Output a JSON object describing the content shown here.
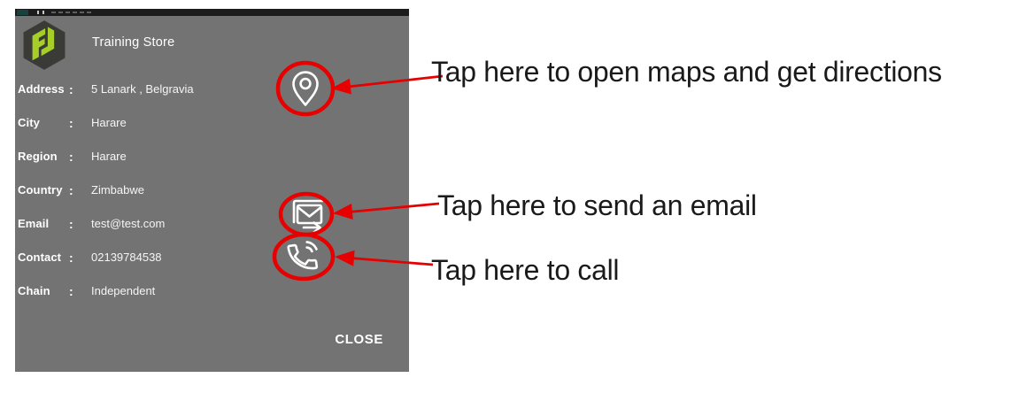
{
  "dialog": {
    "title": "Training Store",
    "separator": ":",
    "fields": [
      {
        "label": "Address",
        "value": "5 Lanark , Belgravia"
      },
      {
        "label": "City",
        "value": "Harare"
      },
      {
        "label": "Region",
        "value": "Harare"
      },
      {
        "label": "Country",
        "value": "Zimbabwe"
      },
      {
        "label": "Email",
        "value": "test@test.com"
      },
      {
        "label": "Contact",
        "value": "02139784538"
      },
      {
        "label": "Chain",
        "value": "Independent"
      }
    ],
    "action_icons": [
      {
        "icon": "map-pin-icon"
      },
      {
        "icon": "email-send-icon"
      },
      {
        "icon": "phone-icon"
      }
    ],
    "close_label": "CLOSE"
  },
  "annotations": [
    {
      "text": "Tap here to open maps and get directions"
    },
    {
      "text": "Tap here to send an email"
    },
    {
      "text": "Tap here to call"
    }
  ],
  "colors": {
    "dialog_bg": "#737373",
    "status_strip": "#1c1c1c",
    "logo_green": "#a6ce26",
    "annotation_red": "#e60000",
    "dialog_text": "#ffffff",
    "annotation_text": "#1a1a1a"
  }
}
